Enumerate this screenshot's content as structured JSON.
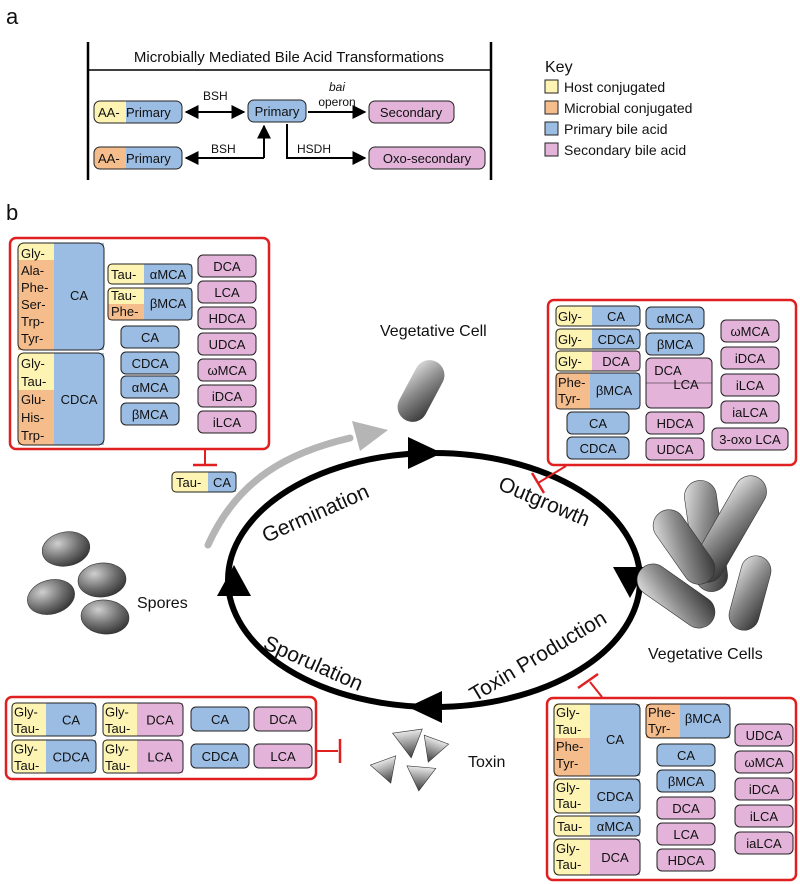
{
  "panel_a": {
    "letter": "a",
    "title": "Microbially Mediated Bile Acid Transformations",
    "nodes": {
      "aa_primary_host": {
        "prefix": "AA-",
        "name": "Primary"
      },
      "aa_primary_micro": {
        "prefix": "AA-",
        "name": "Primary"
      },
      "primary": "Primary",
      "secondary": "Secondary",
      "oxo_secondary": "Oxo-secondary"
    },
    "edges": {
      "bsh_top": "BSH",
      "bsh_bottom": "BSH",
      "bai_italic": "bai",
      "bai_rest": "operon",
      "hsdh": "HSDH"
    }
  },
  "key": {
    "title": "Key",
    "items": [
      {
        "label": "Host conjugated",
        "color": "#fdf4b3"
      },
      {
        "label": "Microbial conjugated",
        "color": "#f6bd8c"
      },
      {
        "label": "Primary bile acid",
        "color": "#9bbde3"
      },
      {
        "label": "Secondary bile acid",
        "color": "#e3b3d9"
      }
    ]
  },
  "panel_b": {
    "letter": "b",
    "stages": {
      "vegetative_cell": "Vegetative Cell",
      "vegetative_cells": "Vegetative Cells",
      "spores": "Spores",
      "toxin": "Toxin"
    },
    "processes": {
      "germination": "Germination",
      "outgrowth": "Outgrowth",
      "toxin_production": "Toxin Production",
      "sporulation": "Sporulation"
    },
    "germination_inhibitor": {
      "prefix": "Tau-",
      "name": "CA"
    },
    "boxes": {
      "germination": {
        "ca_prefixes": [
          "Gly-",
          "Ala-",
          "Phe-",
          "Ser-",
          "Trp-",
          "Tyr-"
        ],
        "ca": "CA",
        "cdca_prefixes": [
          "Gly-",
          "Tau-",
          "Glu-",
          "His-",
          "Trp-"
        ],
        "cdca": "CDCA",
        "tau_amca": {
          "prefix": "Tau-",
          "name": "αMCA"
        },
        "tau_phe_bmca": {
          "prefixes": [
            "Tau-",
            "Phe-"
          ],
          "name": "βMCA"
        },
        "primaries": [
          "CA",
          "CDCA",
          "αMCA",
          "βMCA"
        ],
        "secondaries": [
          "DCA",
          "LCA",
          "HDCA",
          "UDCA",
          "ωMCA",
          "iDCA",
          "iLCA"
        ]
      },
      "outgrowth": {
        "gly_ca": {
          "prefix": "Gly-",
          "name": "CA"
        },
        "gly_cdca": {
          "prefix": "Gly-",
          "name": "CDCA"
        },
        "gly_dca": {
          "prefix": "Gly-",
          "name": "DCA"
        },
        "phe_tyr_bmca": {
          "prefixes": [
            "Phe-",
            "Tyr-"
          ],
          "name": "βMCA"
        },
        "col1_rest": [
          "CA",
          "CDCA"
        ],
        "col2_primary": [
          "αMCA",
          "βMCA"
        ],
        "col2_dca": "DCA",
        "col2_lca": "LCA",
        "col2_secondary": [
          "HDCA",
          "UDCA"
        ],
        "col3": [
          "ωMCA",
          "iDCA",
          "iLCA",
          "iaLCA",
          "3-oxo LCA"
        ]
      },
      "toxin": {
        "ca_prefixes": [
          "Gly-",
          "Tau-",
          "Phe-",
          "Tyr-"
        ],
        "ca": "CA",
        "gly_tau_cdca": {
          "prefixes": [
            "Gly-",
            "Tau-"
          ],
          "name": "CDCA"
        },
        "tau_amca": {
          "prefix": "Tau-",
          "name": "αMCA"
        },
        "gly_tau_dca": {
          "prefixes": [
            "Gly-",
            "Tau-"
          ],
          "name": "DCA"
        },
        "phe_tyr_bmca": {
          "prefixes": [
            "Phe-",
            "Tyr-"
          ],
          "name": "βMCA"
        },
        "col2_primary": [
          "CA",
          "βMCA"
        ],
        "col2_secondary": [
          "DCA",
          "LCA",
          "HDCA"
        ],
        "col3": [
          "UDCA",
          "ωMCA",
          "iDCA",
          "iLCA",
          "iaLCA"
        ]
      },
      "sporulation": {
        "gly_tau_ca": {
          "prefixes": [
            "Gly-",
            "Tau-"
          ],
          "name": "CA"
        },
        "gly_tau_cdca": {
          "prefixes": [
            "Gly-",
            "Tau-"
          ],
          "name": "CDCA"
        },
        "gly_tau_dca": {
          "prefixes": [
            "Gly-",
            "Tau-"
          ],
          "name": "DCA"
        },
        "gly_tau_lca": {
          "prefixes": [
            "Gly-",
            "Tau-"
          ],
          "name": "LCA"
        },
        "primaries": [
          "CA",
          "CDCA"
        ],
        "secondaries": [
          "DCA",
          "LCA"
        ]
      }
    }
  }
}
